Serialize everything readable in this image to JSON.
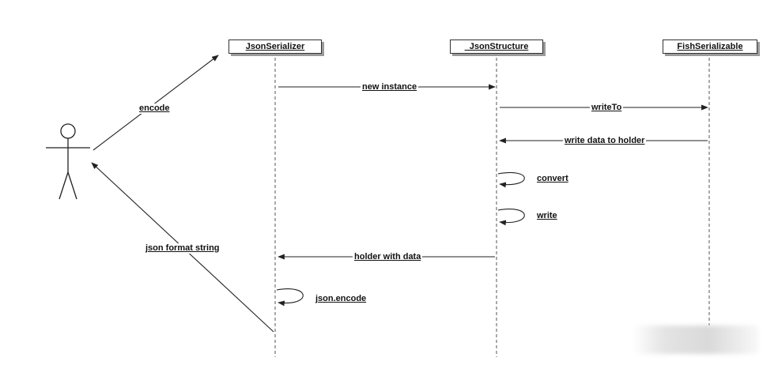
{
  "lifelines": {
    "serializer": "JsonSerializer",
    "structure": "_JsonStructure",
    "serializable": "FishSerializable"
  },
  "messages": {
    "encode": "encode",
    "json_format_string": "json format string",
    "new_instance": "new instance",
    "write_to": "writeTo",
    "write_data_to_holder": "write data to holder",
    "convert": "convert",
    "write": "write",
    "holder_with_data": "holder with data",
    "json_encode": "json.encode"
  },
  "actor": {
    "icon": "stick-figure-actor-icon"
  },
  "colors": {
    "line": "#333333",
    "shadow": "#9a9a9a",
    "background": "#ffffff"
  }
}
